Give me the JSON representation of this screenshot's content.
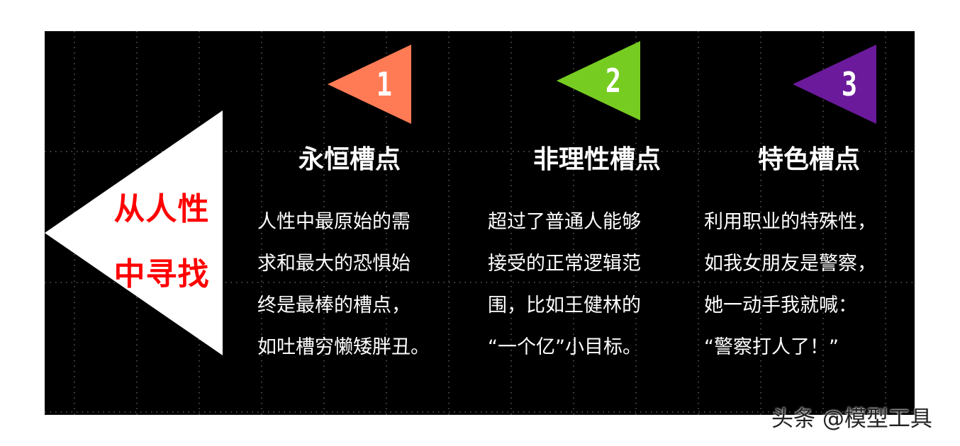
{
  "main_label": {
    "line1": "从人性",
    "line2": "中寻找"
  },
  "columns": [
    {
      "number": "1",
      "color": "#ff7b55",
      "title": "永恒槽点",
      "lines": [
        "人性中最原始的需",
        "求和最大的恐惧始",
        "终是最棒的槽点，",
        "如吐槽穷懒矮胖丑。"
      ]
    },
    {
      "number": "2",
      "color": "#77cc22",
      "title": "非理性槽点",
      "lines": [
        "超过了普通人能够",
        "接受的正常逻辑范",
        "围，比如王健林的",
        "“一个亿”小目标。"
      ]
    },
    {
      "number": "3",
      "color": "#6a1a9a",
      "title": "特色槽点",
      "lines": [
        "利用职业的特殊性，",
        "如我女朋友是警察，",
        "她一动手我就喊：",
        "“警察打人了！”"
      ]
    }
  ],
  "watermark": "头条 @模型工具",
  "colors": {
    "background": "#000000",
    "main_label": "#ff0000",
    "text": "#ffffff"
  }
}
